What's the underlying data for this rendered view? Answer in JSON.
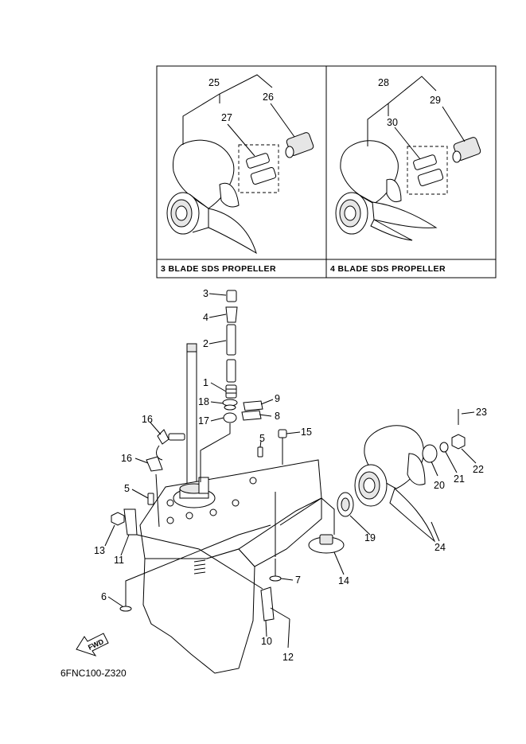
{
  "propeller_boxes": {
    "three_blade_label": "3 BLADE SDS PROPELLER",
    "four_blade_label": "4 BLADE SDS PROPELLER"
  },
  "callouts": [
    "1",
    "2",
    "3",
    "4",
    "5",
    "5",
    "6",
    "7",
    "8",
    "9",
    "10",
    "11",
    "12",
    "13",
    "14",
    "15",
    "16",
    "16",
    "17",
    "18",
    "19",
    "20",
    "21",
    "22",
    "23",
    "24",
    "25",
    "26",
    "27",
    "28",
    "29",
    "30"
  ],
  "fwd_label": "FWD",
  "diagram_ref": "6FNC100-Z320"
}
